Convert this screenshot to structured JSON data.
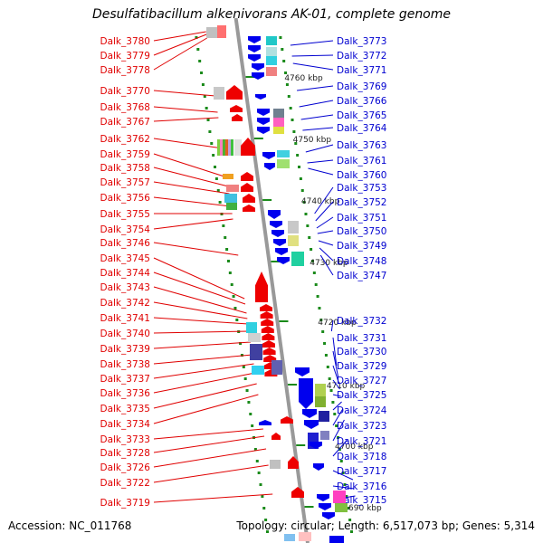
{
  "title": "Desulfatibacillum alkenivorans AK-01, complete genome",
  "accession": "Accession: NC_011768",
  "summary": "Topology: circular; Length: 6,517,073 bp; Genes: 5,314",
  "colors": {
    "left_label": "#e00000",
    "right_label": "#0000d0",
    "backbone": "#999999",
    "tick": "#1a8a1a",
    "forward_gene": "#ee0000",
    "reverse_gene": "#0000ee"
  },
  "kbp_marks": [
    "4760 kbp",
    "4750 kbp",
    "4740 kbp",
    "4730 kbp",
    "4720 kbp",
    "4710 kbp",
    "4700 kbp",
    "4690 kbp"
  ],
  "left_labels": [
    "Dalk_3780",
    "Dalk_3779",
    "Dalk_3778",
    "Dalk_3770",
    "Dalk_3768",
    "Dalk_3767",
    "Dalk_3762",
    "Dalk_3759",
    "Dalk_3758",
    "Dalk_3757",
    "Dalk_3756",
    "Dalk_3755",
    "Dalk_3754",
    "Dalk_3746",
    "Dalk_3745",
    "Dalk_3744",
    "Dalk_3743",
    "Dalk_3742",
    "Dalk_3741",
    "Dalk_3740",
    "Dalk_3739",
    "Dalk_3738",
    "Dalk_3737",
    "Dalk_3736",
    "Dalk_3735",
    "Dalk_3734",
    "Dalk_3733",
    "Dalk_3728",
    "Dalk_3726",
    "Dalk_3722",
    "Dalk_3719"
  ],
  "right_labels": [
    "Dalk_3773",
    "Dalk_3772",
    "Dalk_3771",
    "Dalk_3769",
    "Dalk_3766",
    "Dalk_3765",
    "Dalk_3764",
    "Dalk_3763",
    "Dalk_3761",
    "Dalk_3760",
    "Dalk_3753",
    "Dalk_3752",
    "Dalk_3751",
    "Dalk_3750",
    "Dalk_3749",
    "Dalk_3748",
    "Dalk_3747",
    "Dalk_3732",
    "Dalk_3731",
    "Dalk_3730",
    "Dalk_3729",
    "Dalk_3727",
    "Dalk_3725",
    "Dalk_3724",
    "Dalk_3723",
    "Dalk_3721",
    "Dalk_3718",
    "Dalk_3717",
    "Dalk_3716",
    "Dalk_3715"
  ]
}
